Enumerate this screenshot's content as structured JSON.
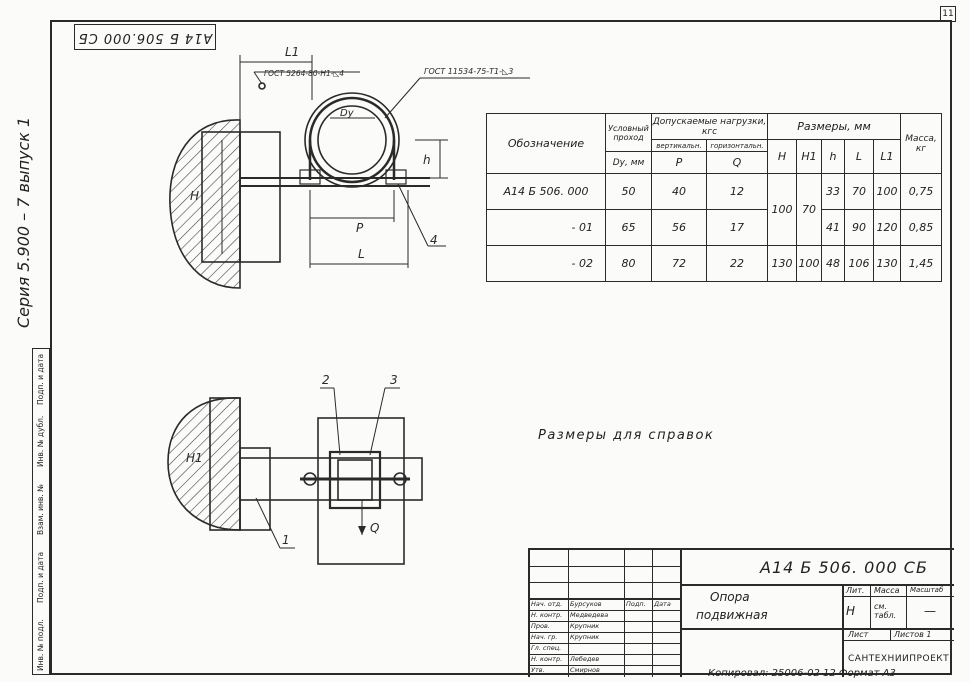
{
  "sheet": {
    "number": "11",
    "top_code": "А14 Б 506.000 СБ",
    "series_text": "Серия 5.900 – 7   выпуск 1",
    "side_labels": [
      "Инв. № подл.",
      "Подп. и дата",
      "Взам. инв. №",
      "Инв. № дубл.",
      "Подп. и дата"
    ]
  },
  "drawing": {
    "gost_left": "ГОСТ 5264-80-Н1-◺4",
    "gost_right": "ГОСТ 11534-75-Т1-◺3",
    "dim_l1": "L1",
    "dim_dy": "Dу",
    "dim_h": "h",
    "dim_H": "H",
    "dim_P": "P",
    "dim_L": "L",
    "dim_H1": "H1",
    "dim_Q": "Q",
    "callout_1": "1",
    "callout_2": "2",
    "callout_3": "3",
    "callout_4": "4"
  },
  "table": {
    "h_designation": "Обозначение",
    "h_passage": "Условный проход",
    "h_passage_unit": "Dу, мм",
    "h_loads": "Допускаемые нагрузки, кгс",
    "h_vertical": "вертикальн.",
    "h_horizontal": "горизонтальн.",
    "h_P": "P",
    "h_Q": "Q",
    "h_sizes": "Размеры, мм",
    "h_H": "H",
    "h_H1": "H1",
    "h_h": "h",
    "h_L": "L",
    "h_L1": "L1",
    "h_mass": "Масса, кг",
    "rows": [
      {
        "designation": "А14 Б 506. 000",
        "dy": "50",
        "p": "40",
        "q": "12",
        "h": "33",
        "l": "70",
        "l1": "100",
        "mass": "0,75"
      },
      {
        "designation": "- 01",
        "dy": "65",
        "p": "56",
        "q": "17",
        "h": "41",
        "l": "90",
        "l1": "120",
        "mass": "0,85"
      },
      {
        "designation": "- 02",
        "dy": "80",
        "p": "72",
        "q": "22",
        "H": "130",
        "H1": "100",
        "h": "48",
        "l": "106",
        "l1": "130",
        "mass": "1,45"
      }
    ],
    "merged_H": "100",
    "merged_H1": "70"
  },
  "note": "Размеры для справок",
  "title_block": {
    "code": "А14 Б 506. 000 СБ",
    "name_line1": "Опора",
    "name_line2": "подвижная",
    "h_lit": "Лит.",
    "h_mass": "Масса",
    "h_scale": "Масштаб",
    "lit_value": "Н",
    "mass_value": "см. табл.",
    "scale_value": "—",
    "h_sheet": "Лист",
    "h_sheets": "Листов 1",
    "org": "САНТЕХНИИПРОЕКТ",
    "signers": [
      {
        "role": "Нач. отд.",
        "name": "Бурсуков"
      },
      {
        "role": "Н. контр.",
        "name": "Медведева"
      },
      {
        "role": "Пров.",
        "name": "Крупник"
      },
      {
        "role": "Нач. гр.",
        "name": "Крупник"
      },
      {
        "role": "Гл. спец.",
        "name": ""
      },
      {
        "role": "Н. контр.",
        "name": "Лебедев"
      },
      {
        "role": "Утв.",
        "name": "Смирнов"
      }
    ],
    "h_sign": "Подп.",
    "h_date": "Дата"
  },
  "bottom": "Копировал:  25006-02  12  Формат А3"
}
